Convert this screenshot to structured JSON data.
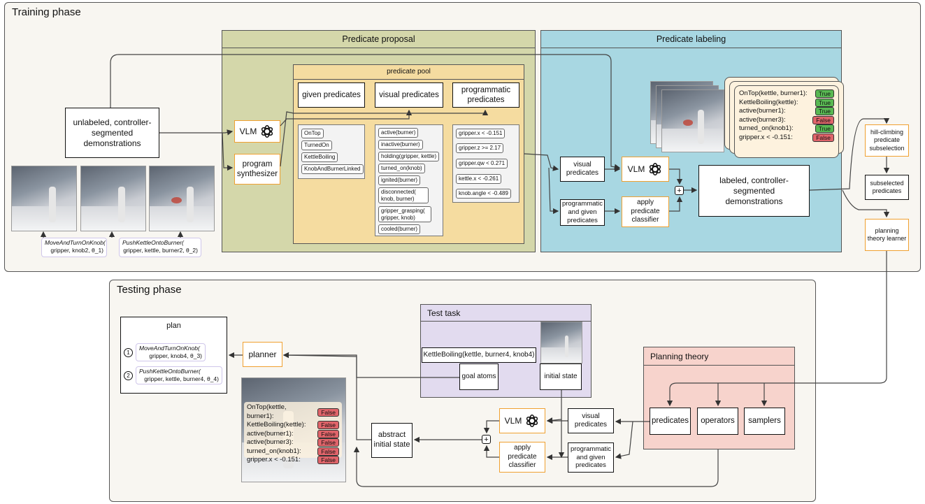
{
  "training": {
    "title": "Training phase",
    "demonstrations": "unlabeled, controller-segmented demonstrations",
    "captions": [
      {
        "name": "MoveAndTurnOnKnob(",
        "args": "gripper, knob2, θ_1)"
      },
      {
        "name": "PushKettleOntoBurner(",
        "args": "gripper, kettle, burner2, θ_2)"
      }
    ],
    "proposal": {
      "title": "Predicate proposal",
      "vlm": "VLM",
      "program_synth": "program synthesizer",
      "pool": {
        "title": "predicate pool",
        "given": "given predicates",
        "visual": "visual predicates",
        "programmatic": "programmatic predicates",
        "given_list": [
          "OnTop",
          "TurnedOn",
          "KettleBoiling",
          "KnobAndBurnerLinked"
        ],
        "visual_list": [
          "active(burner)",
          "inactive(burner)",
          "holding(gripper, kettle)",
          "turned_on(knob)",
          "ignited(burner)",
          "disconnected( knob, burner)",
          "gripper_grasping( gripper, knob)",
          "cooled(burner)"
        ],
        "prog_list": [
          "gripper.x < -0.151",
          "gripper.z >= 2.17",
          "gripper.qw < 0.271",
          "kettle.x < -0.261",
          "knob.angle < -0.489"
        ]
      }
    },
    "labeling": {
      "title": "Predicate labeling",
      "visual": "visual predicates",
      "prog_given": "programmatic and given predicates",
      "vlm": "VLM",
      "apply": "apply predicate classifier",
      "labeled": "labeled, controller-segmented demonstrations",
      "plus": "+",
      "labels": [
        {
          "text": "OnTop(kettle, burner1):",
          "val": "True"
        },
        {
          "text": "KettleBoiling(kettle):",
          "val": "True"
        },
        {
          "text": "active(burner1):",
          "val": "True"
        },
        {
          "text": "active(burner3):",
          "val": "False"
        },
        {
          "text": "turned_on(knob1):",
          "val": "True"
        },
        {
          "text": "gripper.x < -0.151:",
          "val": "False"
        }
      ]
    },
    "hill_climbing": "hill-climbing predicate subselection",
    "subselected": "subselected predicates",
    "ptl": "planning theory learner"
  },
  "testing": {
    "title": "Testing phase",
    "plan": {
      "title": "plan",
      "steps": [
        {
          "num": "1",
          "name": "MoveAndTurnOnKnob(",
          "args": "gripper, knob4, θ_3)"
        },
        {
          "num": "2",
          "name": "PushKettleOntoBurner(",
          "args": "gripper, kettle, burner4, θ_4)"
        }
      ]
    },
    "planner": "planner",
    "test_task": {
      "title": "Test task",
      "goal_text": "KettleBoiling(kettle, burner4, knob4)",
      "goal_atoms": "goal atoms",
      "initial_state": "initial state"
    },
    "labels": [
      {
        "text": "OnTop(kettle, burner1):",
        "val": "False"
      },
      {
        "text": "KettleBoiling(kettle):",
        "val": "False"
      },
      {
        "text": "active(burner1):",
        "val": "False"
      },
      {
        "text": "active(burner3):",
        "val": "False"
      },
      {
        "text": "turned_on(knob1):",
        "val": "False"
      },
      {
        "text": "gripper.x < -0.151:",
        "val": "False"
      }
    ],
    "abstract": "abstract initial state",
    "vlm": "VLM",
    "apply": "apply predicate classifier",
    "visual": "visual predicates",
    "prog_given": "programmatic and given predicates",
    "plus": "+",
    "theory": {
      "title": "Planning theory",
      "predicates": "predicates",
      "operators": "operators",
      "samplers": "samplers"
    }
  },
  "colors": {
    "proposal_bg": "#d4d7aa",
    "pool_bg": "#f5dca0",
    "labeling_bg": "#a8d7e2",
    "testtask_bg": "#e2dbef",
    "theory_bg": "#f7d3cc",
    "accent_orange": "#f0a030"
  }
}
